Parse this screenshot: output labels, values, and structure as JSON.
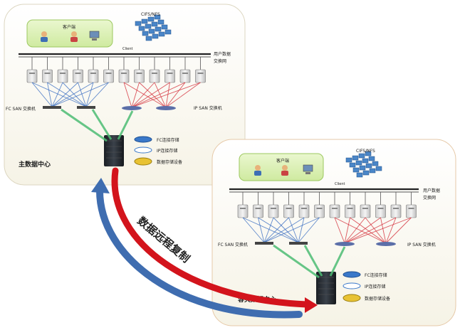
{
  "main_dc": {
    "label": "主数据中心",
    "client_group_label": "客户端",
    "storage_label": "CIFS/NFS",
    "client_link_label": "Client",
    "user_network_label": "用户数据",
    "exchange_label": "交换网",
    "fc_san_label": "FC SAN 交换机",
    "ip_san_label": "IP SAN 交换机",
    "legend": {
      "fc": "FC连接存储",
      "ip": "IP连接存储",
      "nas": "数据存储设备"
    }
  },
  "dr_dc": {
    "label": "容灾数据中心",
    "client_group_label": "客户端",
    "storage_label": "CIFS/NFS",
    "client_link_label": "Client",
    "user_network_label": "用户数据",
    "exchange_label": "交换网",
    "fc_san_label": "FC SAN 交换机",
    "ip_san_label": "IP SAN 交换机",
    "legend": {
      "fc": "FC连接存储",
      "ip": "IP连接存储",
      "nas": "数据存储设备"
    }
  },
  "replication_label": "数据远程复制",
  "colors": {
    "fc_link": "#3b6fc2",
    "ip_link": "#d42f3a",
    "storage_link": "#4dbd74",
    "arrow_red": "#d3141c",
    "arrow_blue": "#3f6db0",
    "panel_fill": "#fbfaf4"
  }
}
